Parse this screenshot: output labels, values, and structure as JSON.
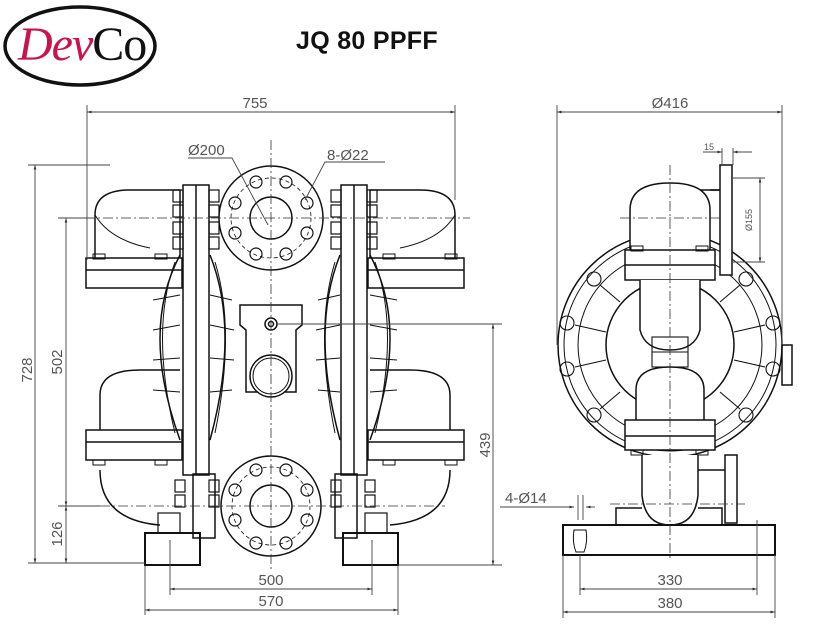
{
  "logo": {
    "part1": "Dev",
    "part2": "Co",
    "part1_color": "#c8144a",
    "part2_color": "#111111"
  },
  "title": "JQ 80 PPFF",
  "front_view": {
    "dimensions": {
      "overall_width": "755",
      "overall_height": "728",
      "inlet_outlet_height": "502",
      "base_height": "126",
      "flange_diameter": "Ø200",
      "bolt_holes": "8-Ø22",
      "mounting_inner": "500",
      "mounting_outer": "570",
      "air_inlet_height": "439"
    }
  },
  "side_view": {
    "dimensions": {
      "body_diameter": "Ø416",
      "flange_thickness": "15",
      "flange_bolt_circle": "Ø155",
      "mount_holes": "4-Ø14",
      "mounting_inner": "330",
      "mounting_outer": "380"
    }
  }
}
